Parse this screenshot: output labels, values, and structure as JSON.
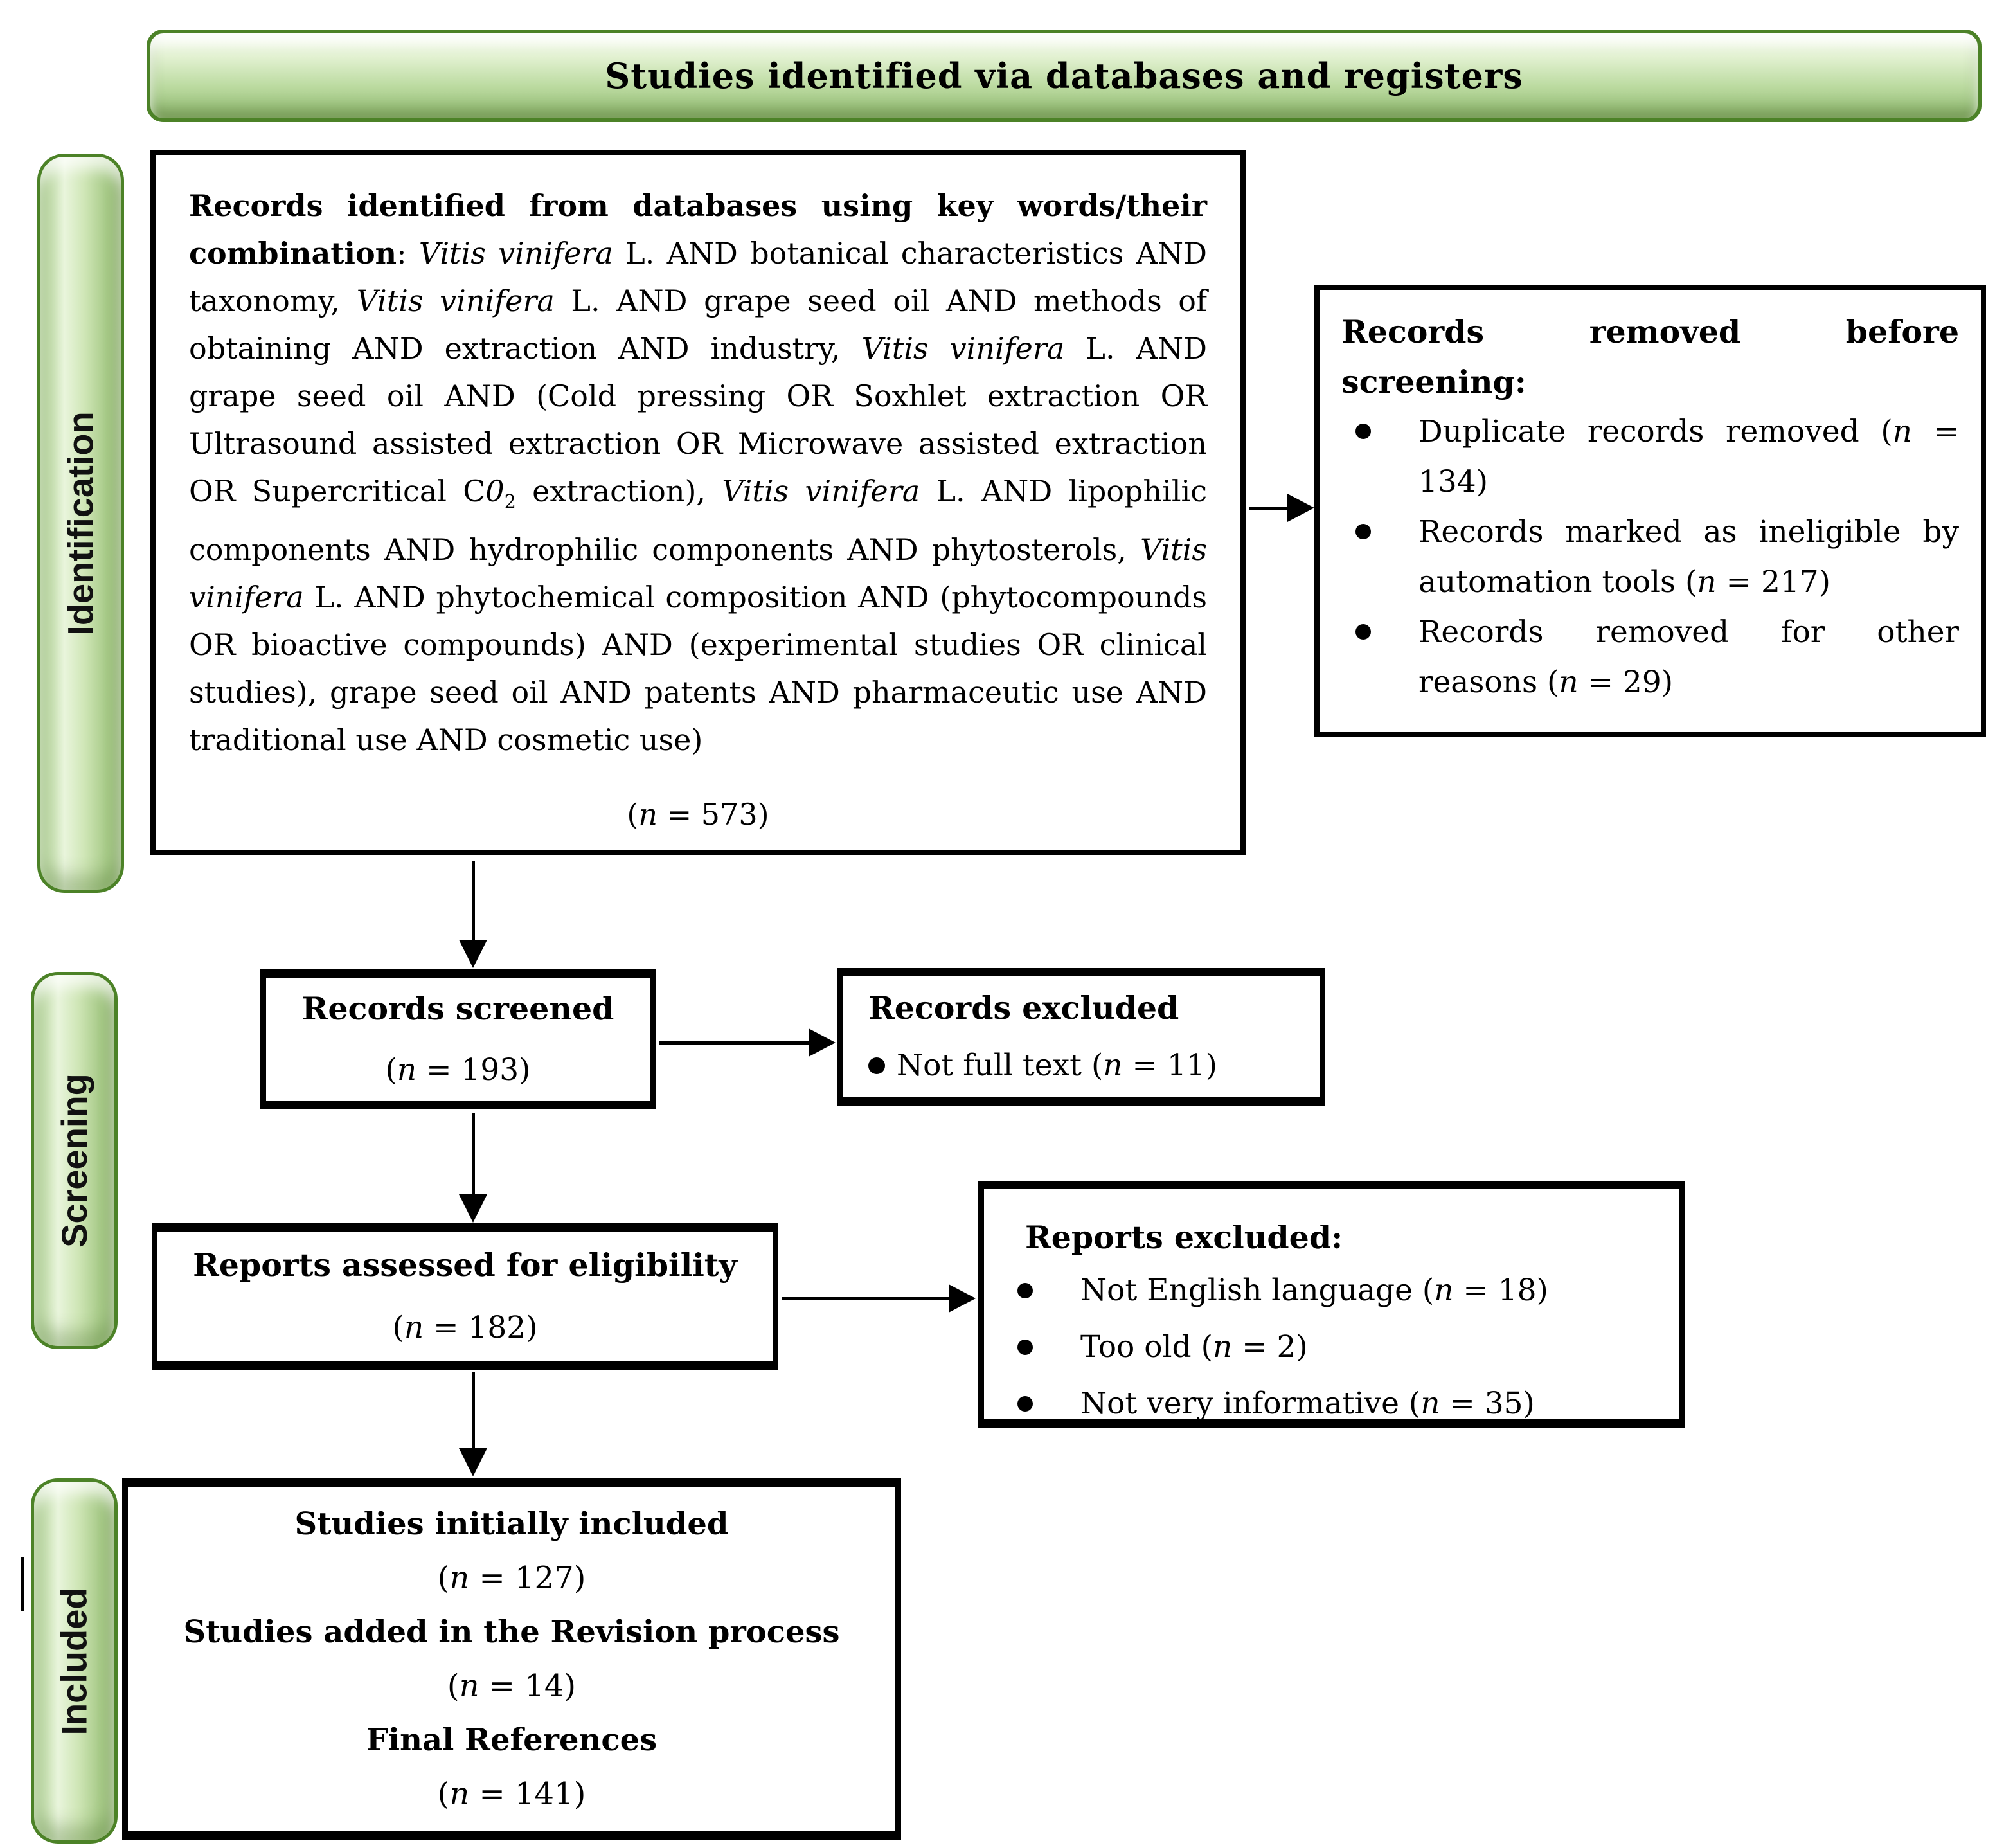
{
  "banner": {
    "title": "Studies identified via databases and registers"
  },
  "stages": [
    {
      "label": "Identification"
    },
    {
      "label": "Screening"
    },
    {
      "label": "Included"
    }
  ],
  "colors": {
    "stage_border_green": "#4c8227",
    "stage_fill_light": "#e9f5dc",
    "stage_fill_mid": "#b8d99c",
    "stage_fill_dark": "#8db06c",
    "box_border": "#000000",
    "text": "#000000"
  },
  "boxes": {
    "identified": {
      "segments": [
        {
          "t": "Records identified from databases using key words/their combination",
          "b": true
        },
        {
          "t": ": "
        },
        {
          "t": "Vitis vinifera",
          "i": true
        },
        {
          "t": " L. AND botanical characteristics AND taxonomy, "
        },
        {
          "t": "Vitis vinifera",
          "i": true
        },
        {
          "t": " L. AND grape seed oil AND methods of obtaining AND extraction AND industry, "
        },
        {
          "t": "Vitis vinifera",
          "i": true
        },
        {
          "t": " L. AND grape seed oil AND (Cold pressing OR Soxhlet extraction OR Ultrasound assisted extraction OR Microwave assisted extraction OR Supercritical C"
        },
        {
          "t": "0",
          "i": true
        },
        {
          "t": "2",
          "sub": true
        },
        {
          "t": " extraction), "
        },
        {
          "t": "Vitis vinifera",
          "i": true
        },
        {
          "t": " L. AND lipophilic components AND hydrophilic components AND phytosterols, "
        },
        {
          "t": "Vitis vinifera",
          "i": true
        },
        {
          "t": " L. AND phytochemical composition AND (phytocompounds OR bioactive compounds) AND (experimental studies OR clinical studies), grape seed oil AND patents AND pharmaceutic use AND traditional use AND cosmetic use)"
        }
      ],
      "count_segments": [
        {
          "t": "("
        },
        {
          "t": "n",
          "i": true
        },
        {
          "t": " = 573)"
        }
      ]
    },
    "removed": {
      "title": "Records removed before screening:",
      "bullets": [
        [
          {
            "t": "Duplicate records removed ("
          },
          {
            "t": "n",
            "i": true
          },
          {
            "t": " = 134)"
          }
        ],
        [
          {
            "t": "Records marked as ineligible by automation tools ("
          },
          {
            "t": "n",
            "i": true
          },
          {
            "t": " = 217)"
          }
        ],
        [
          {
            "t": "Records removed for other reasons ("
          },
          {
            "t": "n",
            "i": true
          },
          {
            "t": " = 29)"
          }
        ]
      ]
    },
    "screened": {
      "title": "Records screened",
      "count_segments": [
        {
          "t": "("
        },
        {
          "t": "n",
          "i": true
        },
        {
          "t": " = 193)"
        }
      ]
    },
    "records_excluded": {
      "title": "Records excluded",
      "bullets": [
        [
          {
            "t": "Not full text ("
          },
          {
            "t": "n",
            "i": true
          },
          {
            "t": " = 11)"
          }
        ]
      ]
    },
    "assessed": {
      "title": "Reports assessed for eligibility",
      "count_segments": [
        {
          "t": "("
        },
        {
          "t": "n",
          "i": true
        },
        {
          "t": " = 182)"
        }
      ]
    },
    "reports_excluded": {
      "title": "Reports excluded:",
      "bullets": [
        [
          {
            "t": "Not English language ("
          },
          {
            "t": "n",
            "i": true
          },
          {
            "t": " = 18)"
          }
        ],
        [
          {
            "t": "Too old ("
          },
          {
            "t": "n",
            "i": true
          },
          {
            "t": " = 2)"
          }
        ],
        [
          {
            "t": "Not very informative ("
          },
          {
            "t": "n",
            "i": true
          },
          {
            "t": " = 35)"
          }
        ]
      ]
    },
    "included": {
      "lines": [
        [
          {
            "t": "Studies initially included",
            "b": true
          }
        ],
        [
          {
            "t": "("
          },
          {
            "t": "n",
            "i": true
          },
          {
            "t": " = 127)"
          }
        ],
        [
          {
            "t": "Studies added in the Revision process",
            "b": true
          }
        ],
        [
          {
            "t": "("
          },
          {
            "t": "n",
            "i": true
          },
          {
            "t": " = 14)"
          }
        ],
        [
          {
            "t": "Final References",
            "b": true
          }
        ],
        [
          {
            "t": "("
          },
          {
            "t": "n",
            "i": true
          },
          {
            "t": " = 141)"
          }
        ]
      ]
    }
  }
}
